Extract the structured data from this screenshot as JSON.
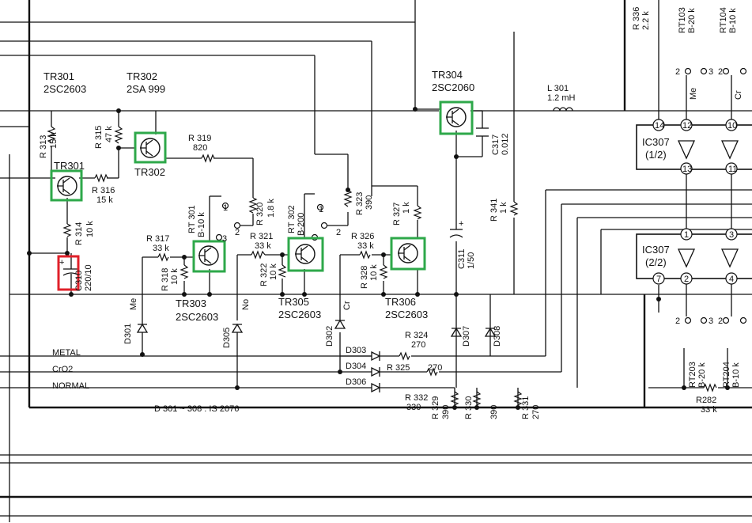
{
  "colors": {
    "line": "#111111",
    "background": "#ffffff",
    "highlight_transistor": "#2ea84a",
    "highlight_capacitor": "#e0202a"
  },
  "transistors": [
    {
      "id": "TR301",
      "top_ref": "TR301",
      "top_part": "2SC2603",
      "box_label": "TR301"
    },
    {
      "id": "TR302",
      "top_ref": "TR302",
      "top_part": "2SA 999",
      "box_label": "TR302"
    },
    {
      "id": "TR303",
      "ref": "TR303",
      "part": "2SC2603"
    },
    {
      "id": "TR304",
      "ref": "TR304",
      "part": "2SC2060"
    },
    {
      "id": "TR305",
      "ref": "TR305",
      "part": "2SC2603"
    },
    {
      "id": "TR306",
      "ref": "TR306",
      "part": "2SC2603"
    }
  ],
  "resistors": {
    "r313": {
      "ref": "R 313",
      "val": "15 k"
    },
    "r315": {
      "ref": "R 315",
      "val": "47 k"
    },
    "r319": {
      "ref": "R 319",
      "val": "820"
    },
    "r316": {
      "ref": "R 316",
      "val": "15 k"
    },
    "r314": {
      "ref": "R 314",
      "val": "10 k"
    },
    "r320": {
      "ref": "R 320",
      "val": "1.8 k"
    },
    "r317": {
      "ref": "R 317",
      "val": "33 k"
    },
    "r318": {
      "ref": "R 318",
      "val": "10 k"
    },
    "r321": {
      "ref": "R 321",
      "val": "33 k"
    },
    "r322": {
      "ref": "R 322",
      "val": "10 k"
    },
    "r323": {
      "ref": "R 323",
      "val": "390"
    },
    "r326": {
      "ref": "R 326",
      "val": "33 k"
    },
    "r327": {
      "ref": "R 327",
      "val": "1 k"
    },
    "r328": {
      "ref": "R 328",
      "val": "10 k"
    },
    "r341": {
      "ref": "R 341",
      "val": "1 k"
    },
    "r324": {
      "ref": "R 324",
      "val": "270"
    },
    "r325": {
      "ref": "R 325",
      "val": "270"
    },
    "r332": {
      "ref": "R 332",
      "val": "330"
    },
    "r329": {
      "ref": "R 329",
      "val": "390"
    },
    "r330": {
      "ref": "R 330",
      "val": "390"
    },
    "r331": {
      "ref": "R 331",
      "val": "270"
    },
    "r336": {
      "ref": "R 336",
      "val": "2.2 k"
    },
    "r282": {
      "ref": "R282",
      "val": "33 k"
    }
  },
  "trimmers": {
    "rt301": {
      "ref": "RT 301",
      "val": "B-10 k"
    },
    "rt302": {
      "ref": "RT 302",
      "val": "B-200"
    },
    "rt103": {
      "ref": "RT103",
      "val": "B-20 k"
    },
    "rt104": {
      "ref": "RT104",
      "val": "B-10 k"
    },
    "rt203": {
      "ref": "RT203",
      "val": "B-20 k"
    },
    "rt204": {
      "ref": "RT204",
      "val": "B-10 k"
    }
  },
  "capacitors": {
    "c310": {
      "ref": "C310",
      "val": "220/10"
    },
    "c317": {
      "ref": "C317",
      "val": "0.012"
    },
    "c311": {
      "ref": "C311",
      "val": "1/50"
    }
  },
  "inductor": {
    "ref": "L 301",
    "val": "1.2 mH"
  },
  "diodes": [
    "D301",
    "D305",
    "D302",
    "D307",
    "D308",
    "D303",
    "D304",
    "D306"
  ],
  "diode_note": "D 301 ~ 308 : IS 2076",
  "lines": {
    "metal": "METAL",
    "cro2": "CrO2",
    "normal": "NORMAL"
  },
  "tape_tags": {
    "me": "Me",
    "no": "No",
    "cr": "Cr"
  },
  "ic": {
    "top": {
      "ref": "IC307",
      "part": "(1/2)"
    },
    "bottom": {
      "ref": "IC307",
      "part": "(2/2)"
    },
    "pins_top": [
      "14",
      "12",
      "13",
      "10",
      "11"
    ],
    "pins_bottom": [
      "1",
      "3",
      "7",
      "2",
      "4"
    ]
  },
  "tap_labels": {
    "one": "1",
    "two": "2",
    "three": "3"
  }
}
